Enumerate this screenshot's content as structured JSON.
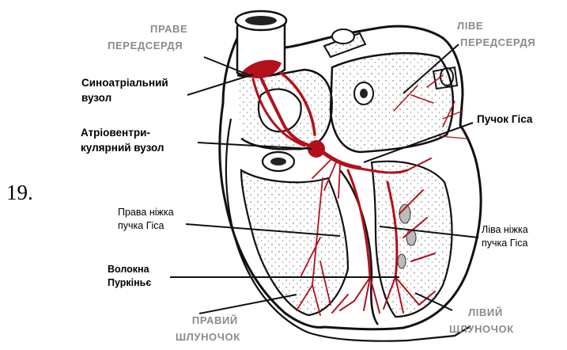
{
  "figure": {
    "number": "19.",
    "labels": {
      "right_atrium": [
        "ПРАВЕ",
        "ПЕРЕДСЕРДЯ"
      ],
      "left_atrium": [
        "ЛІВЕ",
        "ПЕРЕДСЕРДЯ"
      ],
      "sa_node": [
        "Синоатріальний",
        "вузол"
      ],
      "av_node": [
        "Атріовентри-",
        "кулярний вузол"
      ],
      "bundle_his": [
        "Пучок Гіса"
      ],
      "right_branch": [
        "Права ніжка",
        "пучка Гіса"
      ],
      "left_branch": [
        "Ліва ніжка",
        "пучка Гіса"
      ],
      "purkinje": [
        "Волокна",
        "Пуркіньє"
      ],
      "right_ventricle": [
        "ПРАВИЙ",
        "ШЛУНОЧОК"
      ],
      "left_ventricle": [
        "ЛІВИЙ",
        "ШЛУНОЧОК"
      ]
    },
    "colors": {
      "conduction": "#b3101c",
      "outline": "#111111",
      "grey_label": "#8a8a8a"
    }
  }
}
